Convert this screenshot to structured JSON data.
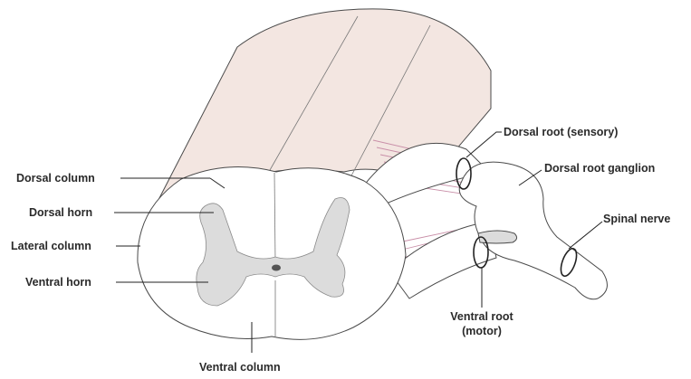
{
  "labels": {
    "dorsal_column": "Dorsal column",
    "dorsal_horn": "Dorsal horn",
    "lateral_column": "Lateral column",
    "ventral_horn": "Ventral horn",
    "ventral_column": "Ventral column",
    "dorsal_root": "Dorsal root (sensory)",
    "dorsal_root_ganglion": "Dorsal root ganglion",
    "spinal_nerve": "Spinal nerve",
    "ventral_root_line1": "Ventral root",
    "ventral_root_line2": "(motor)"
  },
  "colors": {
    "white_matter_body": "#f3e6e1",
    "cross_section": "#ffffff",
    "gray_matter": "#dcdcdc",
    "central_canal": "#555555",
    "nerve_fibers": "#c98fa8",
    "outline": "#4a4a4a"
  }
}
